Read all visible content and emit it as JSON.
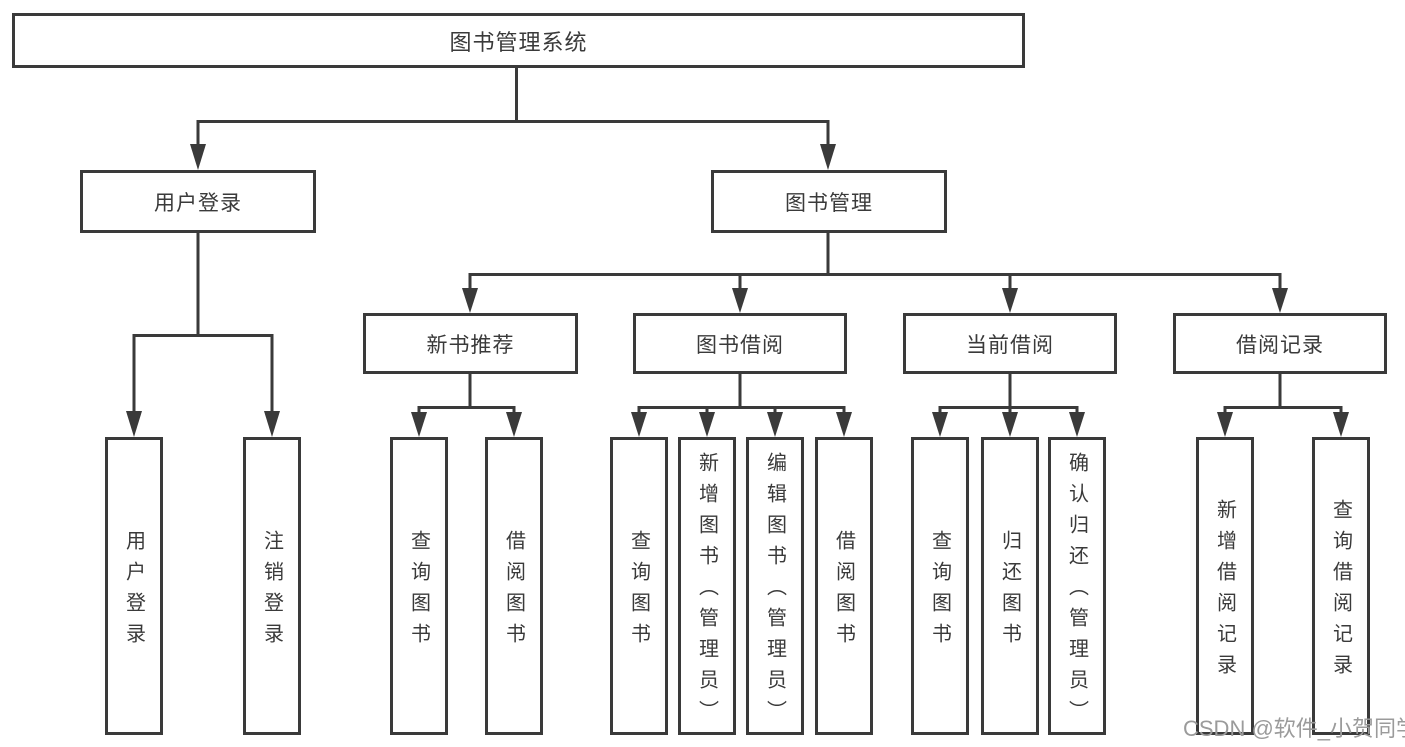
{
  "colors": {
    "line": "#3a3a3a",
    "node_text": "#3a3a3a",
    "node_background": "#ffffff",
    "page_background": "#ffffff",
    "watermark_text": "#9b9b9b"
  },
  "root": {
    "label": "图书管理系统"
  },
  "level2": [
    {
      "label": "用户登录"
    },
    {
      "label": "图书管理"
    }
  ],
  "level3": [
    {
      "label": "新书推荐",
      "parent": "图书管理"
    },
    {
      "label": "图书借阅",
      "parent": "图书管理"
    },
    {
      "label": "当前借阅",
      "parent": "图书管理"
    },
    {
      "label": "借阅记录",
      "parent": "图书管理"
    }
  ],
  "leaves": [
    {
      "label": "用户登录",
      "parent": "用户登录"
    },
    {
      "label": "注销登录",
      "parent": "用户登录"
    },
    {
      "label": "查询图书",
      "parent": "新书推荐"
    },
    {
      "label": "借阅图书",
      "parent": "新书推荐"
    },
    {
      "label": "查询图书",
      "parent": "图书借阅"
    },
    {
      "label": "新增图书（管理员）",
      "parent": "图书借阅"
    },
    {
      "label": "编辑图书（管理员）",
      "parent": "图书借阅"
    },
    {
      "label": "借阅图书",
      "parent": "图书借阅"
    },
    {
      "label": "查询图书",
      "parent": "当前借阅"
    },
    {
      "label": "归还图书",
      "parent": "当前借阅"
    },
    {
      "label": "确认归还（管理员）",
      "parent": "当前借阅"
    },
    {
      "label": "新增借阅记录",
      "parent": "借阅记录"
    },
    {
      "label": "查询借阅记录",
      "parent": "借阅记录"
    }
  ],
  "watermark": {
    "text": "CSDN @软件_小贺同学"
  }
}
